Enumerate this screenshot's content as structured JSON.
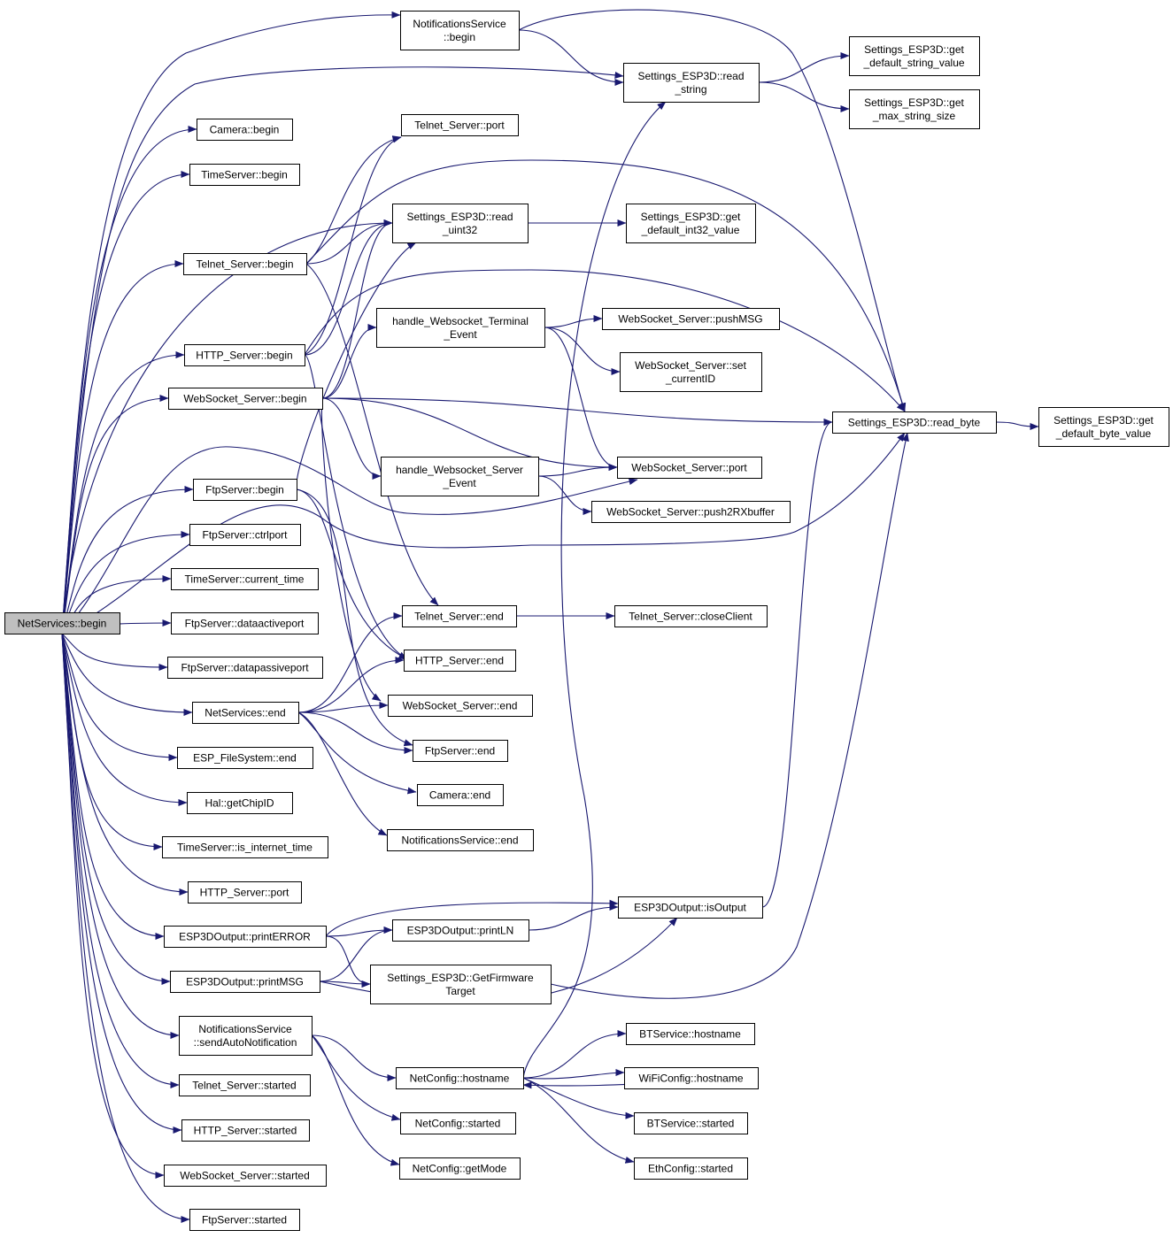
{
  "diagram": {
    "type": "call-graph",
    "colors": {
      "edge": "#191970",
      "node_border": "#000000",
      "node_fill": "#ffffff",
      "root_fill": "#bfbfbf"
    },
    "nodes": [
      {
        "id": "root",
        "lines": [
          "NetServices::begin"
        ],
        "root": true
      },
      {
        "id": "ns_begin",
        "lines": [
          "NotificationsService",
          "::begin"
        ]
      },
      {
        "id": "cam_begin",
        "lines": [
          "Camera::begin"
        ]
      },
      {
        "id": "ts_begin",
        "lines": [
          "TimeServer::begin"
        ]
      },
      {
        "id": "tel_begin",
        "lines": [
          "Telnet_Server::begin"
        ]
      },
      {
        "id": "http_begin",
        "lines": [
          "HTTP_Server::begin"
        ]
      },
      {
        "id": "ws_begin",
        "lines": [
          "WebSocket_Server::begin"
        ]
      },
      {
        "id": "ftp_begin",
        "lines": [
          "FtpServer::begin"
        ]
      },
      {
        "id": "ftp_ctrl",
        "lines": [
          "FtpServer::ctrlport"
        ]
      },
      {
        "id": "ts_ct",
        "lines": [
          "TimeServer::current_time"
        ]
      },
      {
        "id": "ftp_dap",
        "lines": [
          "FtpServer::dataactiveport"
        ]
      },
      {
        "id": "ftp_dpp",
        "lines": [
          "FtpServer::datapassiveport"
        ]
      },
      {
        "id": "net_end",
        "lines": [
          "NetServices::end"
        ]
      },
      {
        "id": "fs_end",
        "lines": [
          "ESP_FileSystem::end"
        ]
      },
      {
        "id": "hal",
        "lines": [
          "Hal::getChipID"
        ]
      },
      {
        "id": "ts_iit",
        "lines": [
          "TimeServer::is_internet_time"
        ]
      },
      {
        "id": "http_port",
        "lines": [
          "HTTP_Server::port"
        ]
      },
      {
        "id": "perr",
        "lines": [
          "ESP3DOutput::printERROR"
        ]
      },
      {
        "id": "pmsg",
        "lines": [
          "ESP3DOutput::printMSG"
        ]
      },
      {
        "id": "ns_san",
        "lines": [
          "NotificationsService",
          "::sendAutoNotification"
        ]
      },
      {
        "id": "tel_started",
        "lines": [
          "Telnet_Server::started"
        ]
      },
      {
        "id": "http_started",
        "lines": [
          "HTTP_Server::started"
        ]
      },
      {
        "id": "ws_started",
        "lines": [
          "WebSocket_Server::started"
        ]
      },
      {
        "id": "ftp_started",
        "lines": [
          "FtpServer::started"
        ]
      },
      {
        "id": "tel_port",
        "lines": [
          "Telnet_Server::port"
        ]
      },
      {
        "id": "ru32",
        "lines": [
          "Settings_ESP3D::read",
          "_uint32"
        ]
      },
      {
        "id": "hwt",
        "lines": [
          "handle_Websocket_Terminal",
          "_Event"
        ]
      },
      {
        "id": "hws",
        "lines": [
          "handle_Websocket_Server",
          "_Event"
        ]
      },
      {
        "id": "tel_end",
        "lines": [
          "Telnet_Server::end"
        ]
      },
      {
        "id": "http_end",
        "lines": [
          "HTTP_Server::end"
        ]
      },
      {
        "id": "ws_end",
        "lines": [
          "WebSocket_Server::end"
        ]
      },
      {
        "id": "ftp_end",
        "lines": [
          "FtpServer::end"
        ]
      },
      {
        "id": "cam_end",
        "lines": [
          "Camera::end"
        ]
      },
      {
        "id": "ns_end",
        "lines": [
          "NotificationsService::end"
        ]
      },
      {
        "id": "println",
        "lines": [
          "ESP3DOutput::printLN"
        ]
      },
      {
        "id": "gft",
        "lines": [
          "Settings_ESP3D::GetFirmware",
          "Target"
        ]
      },
      {
        "id": "nc_host",
        "lines": [
          "NetConfig::hostname"
        ]
      },
      {
        "id": "nc_started",
        "lines": [
          "NetConfig::started"
        ]
      },
      {
        "id": "nc_mode",
        "lines": [
          "NetConfig::getMode"
        ]
      },
      {
        "id": "rstr",
        "lines": [
          "Settings_ESP3D::read",
          "_string"
        ]
      },
      {
        "id": "gdi32",
        "lines": [
          "Settings_ESP3D::get",
          "_default_int32_value"
        ]
      },
      {
        "id": "ws_push",
        "lines": [
          "WebSocket_Server::pushMSG"
        ]
      },
      {
        "id": "ws_setid",
        "lines": [
          "WebSocket_Server::set",
          "_currentID"
        ]
      },
      {
        "id": "ws_port",
        "lines": [
          "WebSocket_Server::port"
        ]
      },
      {
        "id": "ws_p2rx",
        "lines": [
          "WebSocket_Server::push2RXbuffer"
        ]
      },
      {
        "id": "tel_close",
        "lines": [
          "Telnet_Server::closeClient"
        ]
      },
      {
        "id": "isout",
        "lines": [
          "ESP3DOutput::isOutput"
        ]
      },
      {
        "id": "bt_host",
        "lines": [
          "BTService::hostname"
        ]
      },
      {
        "id": "wifi_host",
        "lines": [
          "WiFiConfig::hostname"
        ]
      },
      {
        "id": "bt_started",
        "lines": [
          "BTService::started"
        ]
      },
      {
        "id": "eth_started",
        "lines": [
          "EthConfig::started"
        ]
      },
      {
        "id": "gdsv",
        "lines": [
          "Settings_ESP3D::get",
          "_default_string_value"
        ]
      },
      {
        "id": "gmss",
        "lines": [
          "Settings_ESP3D::get",
          "_max_string_size"
        ]
      },
      {
        "id": "rbyte",
        "lines": [
          "Settings_ESP3D::read_byte"
        ]
      },
      {
        "id": "gdbv",
        "lines": [
          "Settings_ESP3D::get",
          "_default_byte_value"
        ]
      }
    ],
    "edges": [
      [
        "root",
        "ns_begin"
      ],
      [
        "root",
        "rstr"
      ],
      [
        "root",
        "cam_begin"
      ],
      [
        "root",
        "ts_begin"
      ],
      [
        "root",
        "tel_begin"
      ],
      [
        "root",
        "ru32"
      ],
      [
        "root",
        "http_begin"
      ],
      [
        "root",
        "ws_begin"
      ],
      [
        "root",
        "ws_port"
      ],
      [
        "root",
        "ftp_begin"
      ],
      [
        "root",
        "rbyte"
      ],
      [
        "root",
        "ftp_ctrl"
      ],
      [
        "root",
        "ts_ct"
      ],
      [
        "root",
        "ftp_dap"
      ],
      [
        "root",
        "ftp_dpp"
      ],
      [
        "root",
        "net_end"
      ],
      [
        "root",
        "fs_end"
      ],
      [
        "root",
        "hal"
      ],
      [
        "root",
        "ts_iit"
      ],
      [
        "root",
        "http_port"
      ],
      [
        "root",
        "perr"
      ],
      [
        "root",
        "pmsg"
      ],
      [
        "root",
        "ns_san"
      ],
      [
        "root",
        "tel_started"
      ],
      [
        "root",
        "http_started"
      ],
      [
        "root",
        "ws_started"
      ],
      [
        "root",
        "ftp_started"
      ],
      [
        "ns_begin",
        "rstr"
      ],
      [
        "ns_begin",
        "rbyte"
      ],
      [
        "rstr",
        "gdsv"
      ],
      [
        "rstr",
        "gmss"
      ],
      [
        "tel_begin",
        "tel_port"
      ],
      [
        "tel_begin",
        "ru32"
      ],
      [
        "tel_begin",
        "rbyte"
      ],
      [
        "tel_begin",
        "tel_end"
      ],
      [
        "http_begin",
        "tel_port"
      ],
      [
        "http_begin",
        "ru32"
      ],
      [
        "http_begin",
        "rbyte"
      ],
      [
        "http_begin",
        "http_end"
      ],
      [
        "ws_begin",
        "ru32"
      ],
      [
        "ws_begin",
        "hwt"
      ],
      [
        "ws_begin",
        "rbyte"
      ],
      [
        "ws_begin",
        "hws"
      ],
      [
        "ws_begin",
        "ws_port"
      ],
      [
        "ws_begin",
        "ws_end"
      ],
      [
        "ftp_begin",
        "ru32"
      ],
      [
        "ftp_begin",
        "http_end"
      ],
      [
        "ftp_begin",
        "ftp_end"
      ],
      [
        "ru32",
        "gdi32"
      ],
      [
        "hwt",
        "ws_push"
      ],
      [
        "hwt",
        "ws_setid"
      ],
      [
        "hwt",
        "ws_port"
      ],
      [
        "hws",
        "ws_port"
      ],
      [
        "hws",
        "ws_p2rx"
      ],
      [
        "rbyte",
        "gdbv"
      ],
      [
        "net_end",
        "tel_end"
      ],
      [
        "net_end",
        "http_end"
      ],
      [
        "net_end",
        "ws_end"
      ],
      [
        "net_end",
        "ftp_end"
      ],
      [
        "net_end",
        "cam_end"
      ],
      [
        "net_end",
        "ns_end"
      ],
      [
        "tel_end",
        "tel_close"
      ],
      [
        "perr",
        "isout"
      ],
      [
        "perr",
        "println"
      ],
      [
        "perr",
        "gft"
      ],
      [
        "pmsg",
        "println"
      ],
      [
        "pmsg",
        "gft"
      ],
      [
        "pmsg",
        "isout"
      ],
      [
        "println",
        "isout"
      ],
      [
        "isout",
        "rbyte"
      ],
      [
        "gft",
        "rbyte"
      ],
      [
        "ns_san",
        "nc_host"
      ],
      [
        "ns_san",
        "nc_started"
      ],
      [
        "ns_san",
        "nc_mode"
      ],
      [
        "nc_host",
        "rstr"
      ],
      [
        "nc_host",
        "bt_host"
      ],
      [
        "nc_host",
        "wifi_host"
      ],
      [
        "nc_host",
        "bt_started"
      ],
      [
        "nc_host",
        "eth_started"
      ],
      [
        "wifi_host",
        "nc_host"
      ]
    ]
  }
}
